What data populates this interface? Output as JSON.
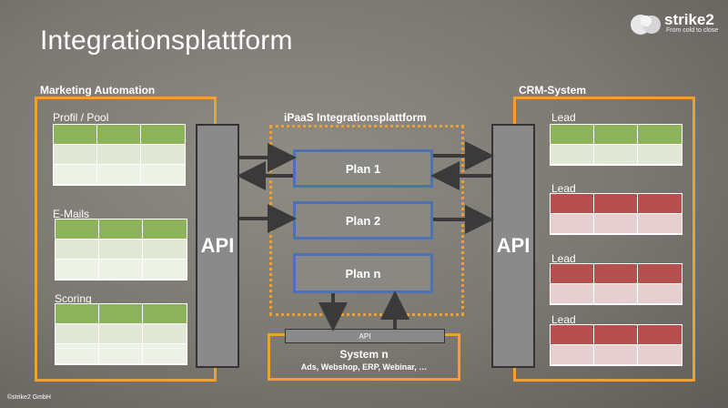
{
  "title": "Integrationsplattform",
  "logo": {
    "name": "strike2",
    "tagline": "From cold to close"
  },
  "copyright": "©strike2 GmbH",
  "marketing": {
    "title": "Marketing Automation",
    "tables": [
      {
        "label": "Profil / Pool",
        "color": "green"
      },
      {
        "label": "E-Mails",
        "color": "green"
      },
      {
        "label": "Scoring",
        "color": "green"
      }
    ],
    "api_label": "API"
  },
  "ipaas": {
    "title": "iPaaS Integrationsplattform",
    "plans": [
      "Plan 1",
      "Plan 2",
      "Plan n"
    ]
  },
  "system": {
    "api_label": "API",
    "title": "System n",
    "subtitle": "Ads, Webshop, ERP, Webinar, …"
  },
  "crm": {
    "title": "CRM-System",
    "api_label": "API",
    "tables": [
      {
        "label": "Lead",
        "color": "green"
      },
      {
        "label": "Lead",
        "color": "red"
      },
      {
        "label": "Lead",
        "color": "red"
      },
      {
        "label": "Lead",
        "color": "red"
      }
    ]
  },
  "colors": {
    "orange": "#f0a030",
    "plan_border": "#4b72b5",
    "green_header": "#8db45a",
    "red_header": "#b5504e"
  }
}
